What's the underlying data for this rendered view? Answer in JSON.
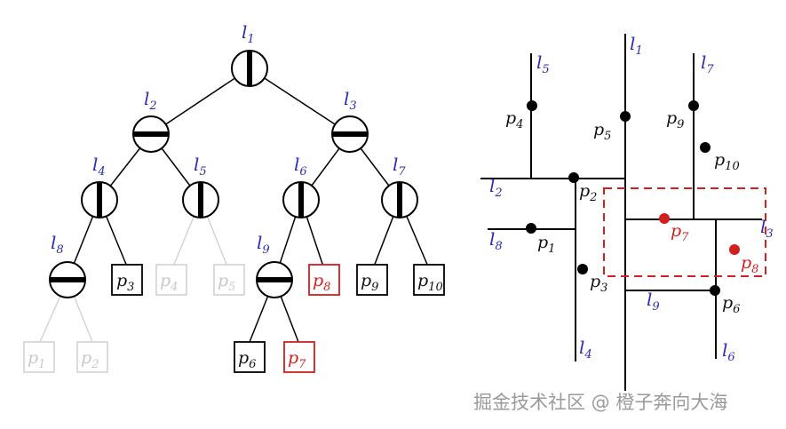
{
  "colors": {
    "line": "#000000",
    "blue_label": "#2b2bb8",
    "highlight": "#d21f1f",
    "faded": "#c8c8c8",
    "query_box": "#d21f1f"
  },
  "tree": {
    "nodes": {
      "l1": "l",
      "l1_sub": "1",
      "l2": "l",
      "l2_sub": "2",
      "l3": "l",
      "l3_sub": "3",
      "l4": "l",
      "l4_sub": "4",
      "l5": "l",
      "l5_sub": "5",
      "l6": "l",
      "l6_sub": "6",
      "l7": "l",
      "l7_sub": "7",
      "l8": "l",
      "l8_sub": "8",
      "l9": "l",
      "l9_sub": "9"
    },
    "leaves": {
      "p1": "p",
      "p1_sub": "1",
      "p2": "p",
      "p2_sub": "2",
      "p3": "p",
      "p3_sub": "3",
      "p4": "p",
      "p4_sub": "4",
      "p5": "p",
      "p5_sub": "5",
      "p6": "p",
      "p6_sub": "6",
      "p7": "p",
      "p7_sub": "7",
      "p8": "p",
      "p8_sub": "8",
      "p9": "p",
      "p9_sub": "9",
      "p10": "p",
      "p10_sub": "10"
    }
  },
  "plane": {
    "lines": {
      "l1": "l",
      "l1_sub": "1",
      "l2": "l",
      "l2_sub": "2",
      "l3": "l",
      "l3_sub": "3",
      "l4": "l",
      "l4_sub": "4",
      "l5": "l",
      "l5_sub": "5",
      "l6": "l",
      "l6_sub": "6",
      "l7": "l",
      "l7_sub": "7",
      "l8": "l",
      "l8_sub": "8",
      "l9": "l",
      "l9_sub": "9"
    },
    "points": {
      "p1": "p",
      "p1_sub": "1",
      "p2": "p",
      "p2_sub": "2",
      "p3": "p",
      "p3_sub": "3",
      "p4": "p",
      "p4_sub": "4",
      "p5": "p",
      "p5_sub": "5",
      "p6": "p",
      "p6_sub": "6",
      "p7": "p",
      "p7_sub": "7",
      "p8": "p",
      "p8_sub": "8",
      "p9": "p",
      "p9_sub": "9",
      "p10": "p",
      "p10_sub": "10"
    }
  },
  "watermark": "掘金技术社区 @ 橙子奔向大海"
}
